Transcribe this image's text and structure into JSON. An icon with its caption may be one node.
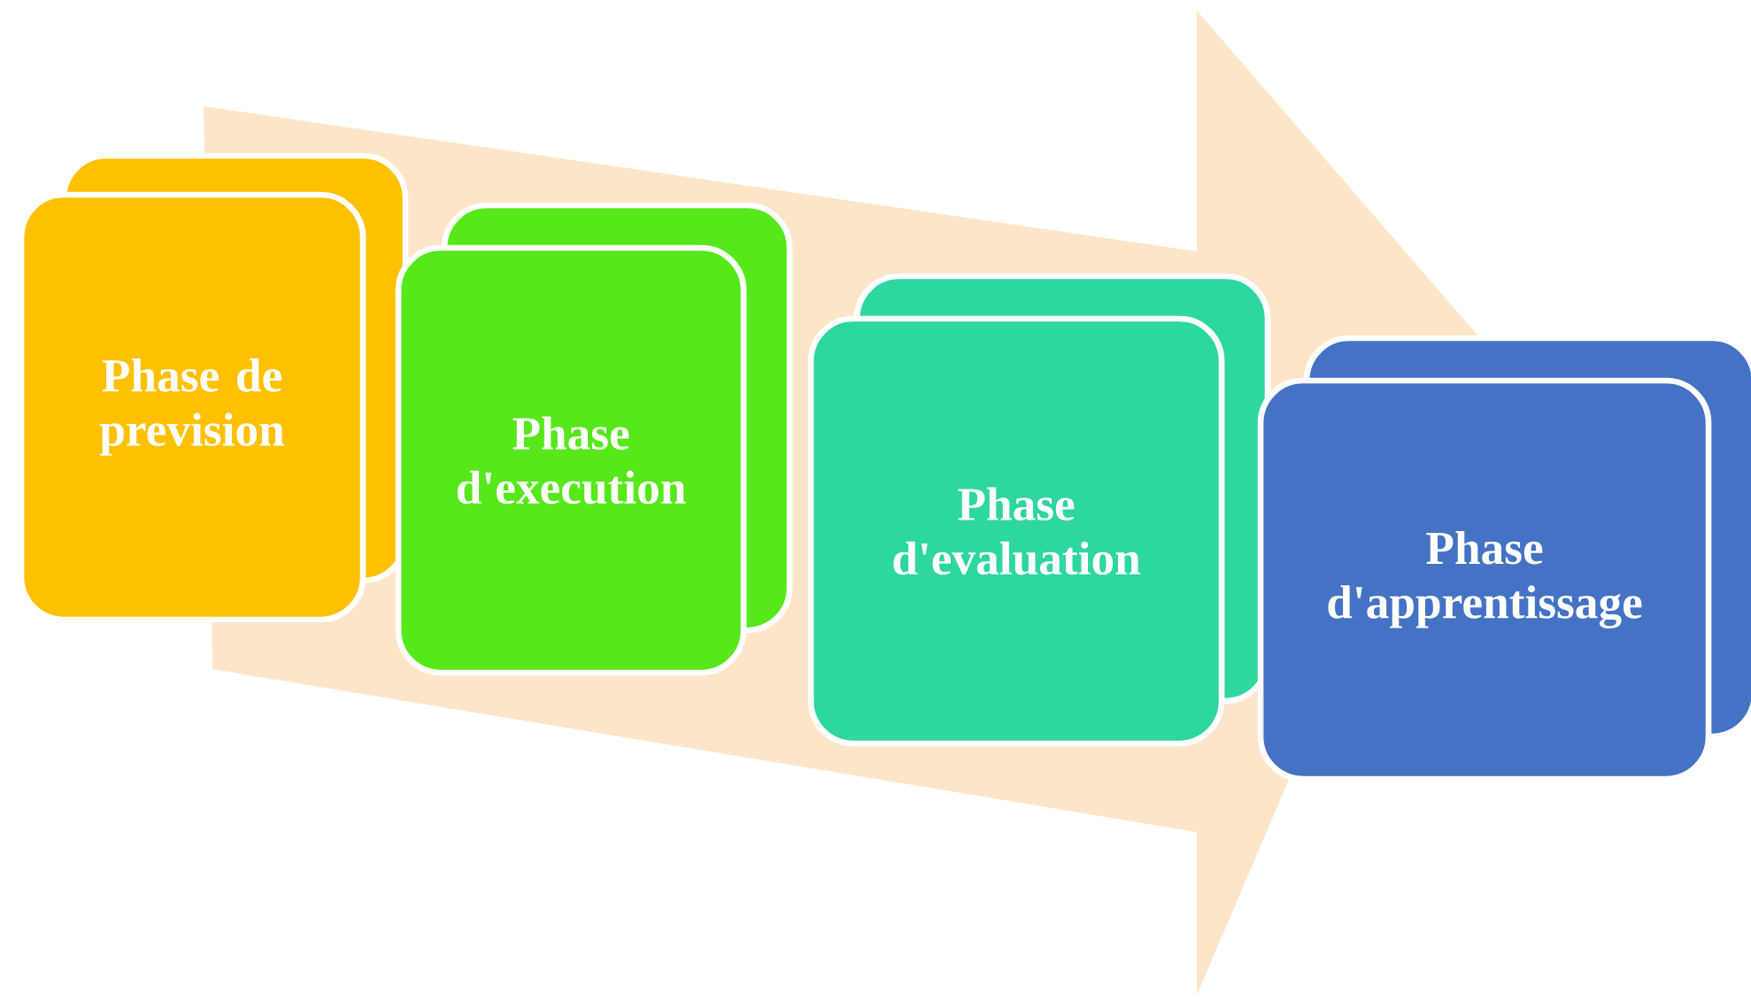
{
  "diagram": {
    "nodes": [
      {
        "text": [
          "Phase de prevision"
        ]
      },
      {
        "text": [
          "Phase d'execution"
        ]
      },
      {
        "text": [
          "Phase d'evaluation"
        ]
      },
      {
        "text": [
          "Phase d'apprentissage"
        ]
      }
    ],
    "edges": [
      {
        "from": 0,
        "to": 3,
        "arrow": "to"
      }
    ]
  }
}
